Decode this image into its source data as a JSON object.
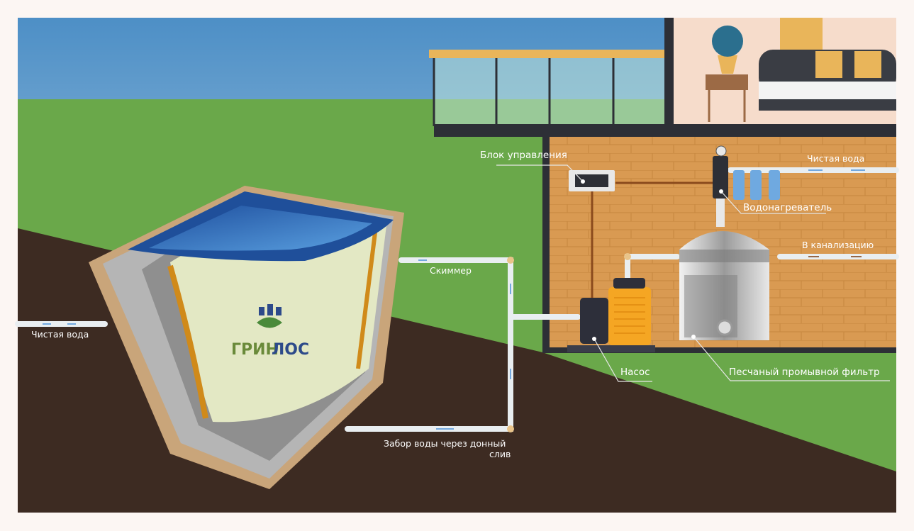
{
  "logo": {
    "text_main": "ГРИН",
    "text_accent": "ЛОС"
  },
  "labels": {
    "control_unit": "Блок управления",
    "clean_water_right": "Чистая вода",
    "water_heater": "Водонагреватель",
    "to_sewer": "В канализацию",
    "skimmer": "Скиммер",
    "clean_water_left": "Чистая вода",
    "pump": "Насос",
    "sand_filter": "Песчаный промывной фильтр",
    "bottom_drain_line1": "Забор воды через донный",
    "bottom_drain_line2": "слив"
  },
  "colors": {
    "grass": "#6aa84a",
    "soil": "#3d2b22",
    "brick": "#d99a52",
    "water": "#2f66b8",
    "pump_orange": "#f5a623"
  }
}
